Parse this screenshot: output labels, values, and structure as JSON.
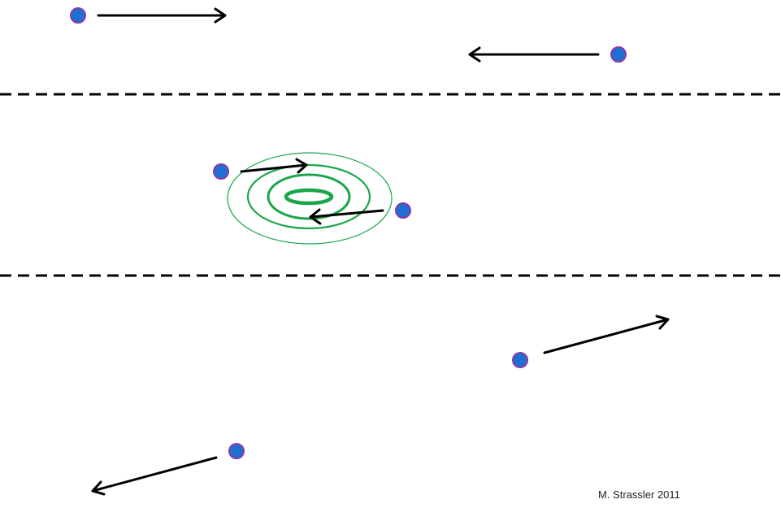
{
  "credit": "M. Strassler 2011",
  "colors": {
    "particle_fill": "#1f6fd1",
    "particle_stroke": "#8b3aa8",
    "arrow": "#000000",
    "wave": "#1aa64b",
    "divider": "#000000",
    "background": "#ffffff"
  },
  "elements": {
    "particle_icon": "blue-dot-with-purple-rim",
    "arrow_icon": "open-chevron-arrow",
    "wave_icon": "concentric-ellipses"
  }
}
